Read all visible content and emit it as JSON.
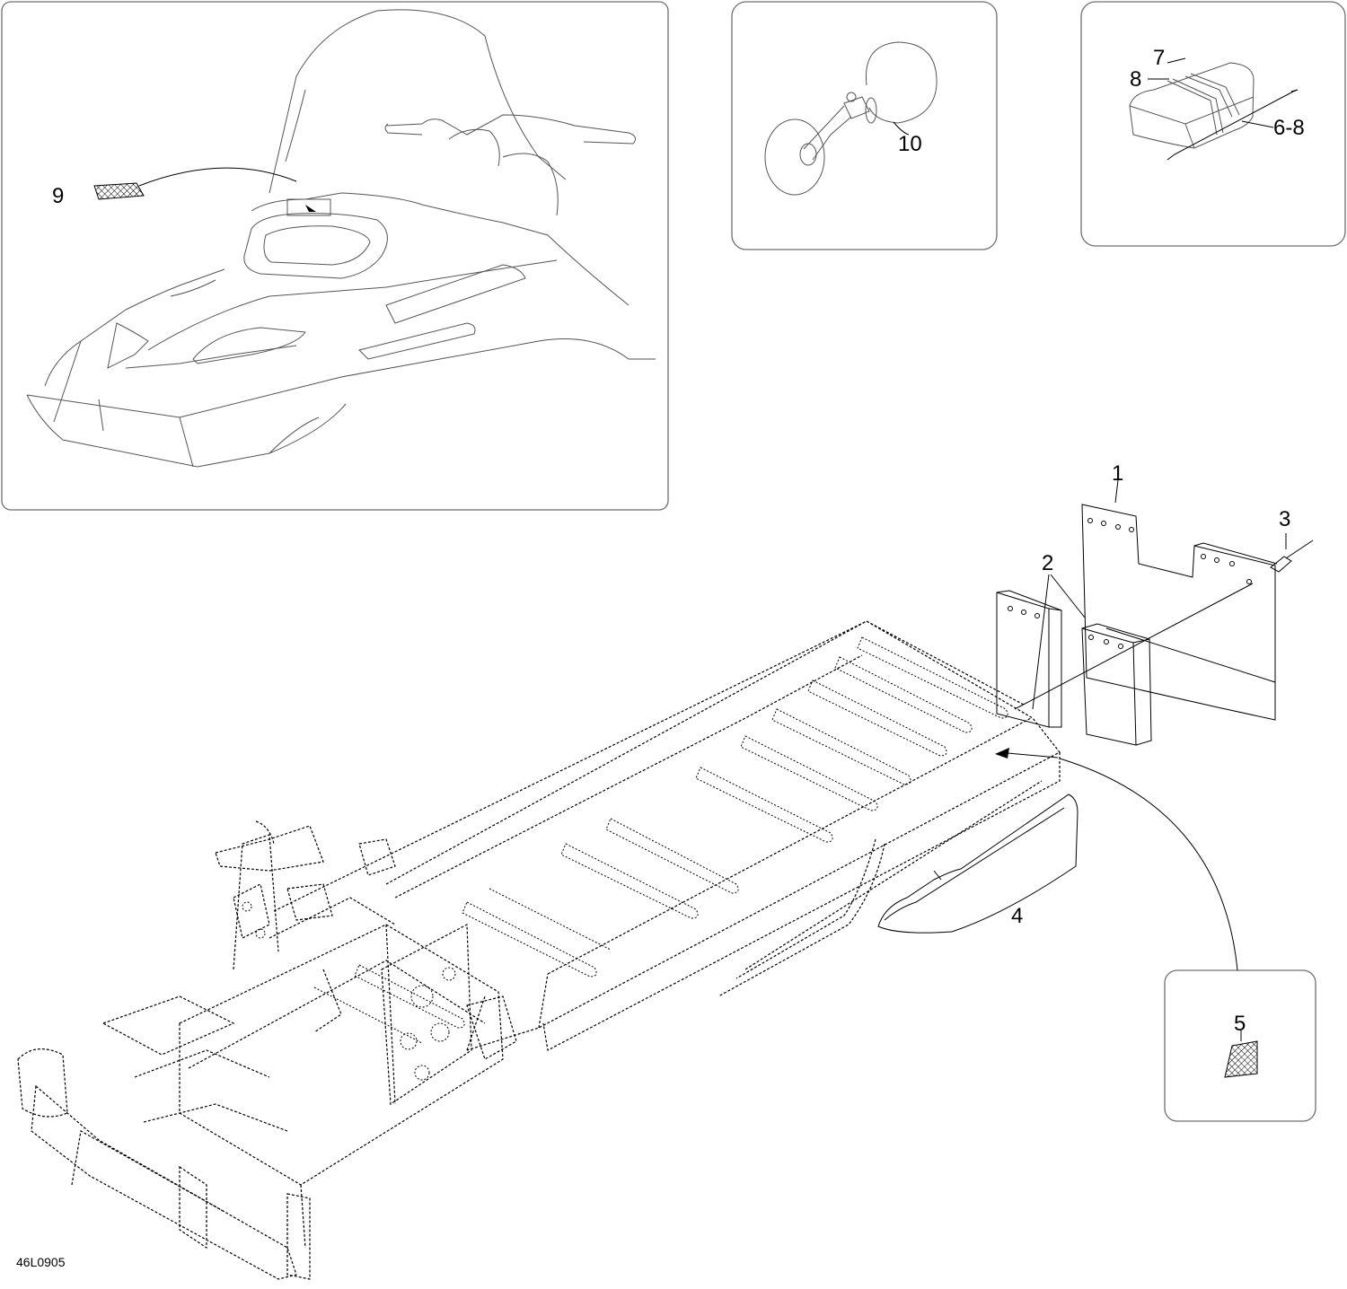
{
  "diagram_code": "46L0905",
  "callouts": {
    "c1": "1",
    "c2": "2",
    "c3": "3",
    "c4": "4",
    "c5": "5",
    "c6_8": "6-8",
    "c7": "7",
    "c8": "8",
    "c9": "9",
    "c10": "10"
  },
  "colors": {
    "line": "#000000",
    "panel_border": "#6f6f6f",
    "background": "#ffffff"
  }
}
